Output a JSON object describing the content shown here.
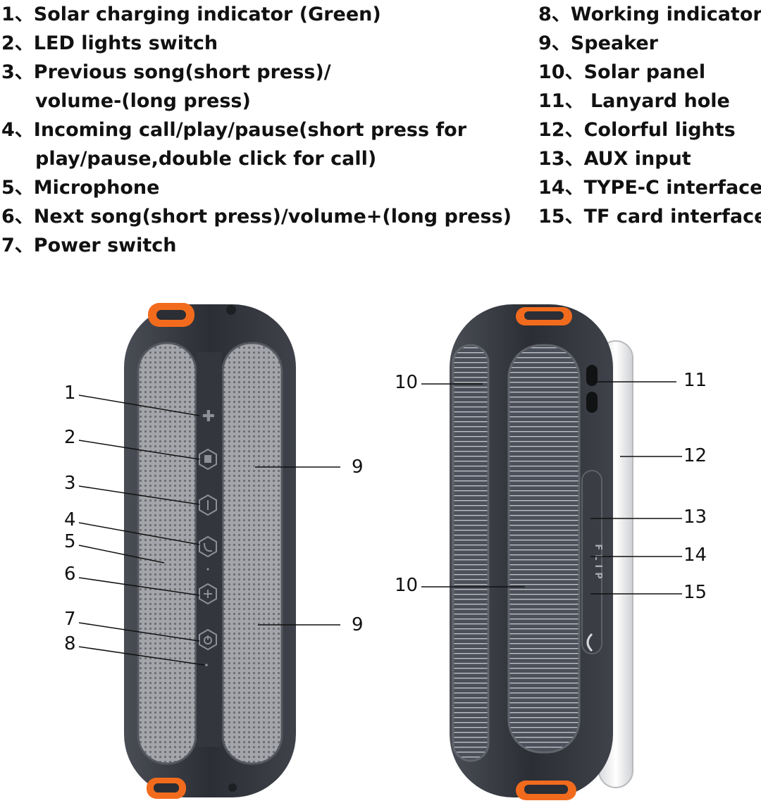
{
  "legend": {
    "left": [
      {
        "num": "1",
        "text": "Solar charging indicator (Green)"
      },
      {
        "num": "2",
        "text": "LED lights switch"
      },
      {
        "num": "3",
        "text": "Previous song(short press)/",
        "cont": "volume-(long press)"
      },
      {
        "num": "4",
        "text": "Incoming call/play/pause(short press for",
        "cont": "play/pause,double click for call)"
      },
      {
        "num": "5",
        "text": "Microphone"
      },
      {
        "num": "6",
        "text": "Next song(short press)/volume+(long press)"
      },
      {
        "num": "7",
        "text": "Power switch"
      }
    ],
    "right": [
      {
        "num": "8",
        "text": "Working indicator"
      },
      {
        "num": "9",
        "text": "Speaker"
      },
      {
        "num": "10",
        "text": "Solar panel"
      },
      {
        "num": "11",
        "text": " Lanyard hole"
      },
      {
        "num": "12",
        "text": "Colorful lights"
      },
      {
        "num": "13",
        "text": "AUX input"
      },
      {
        "num": "14",
        "text": "TYPE-C interface"
      },
      {
        "num": "15",
        "text": "TF card interface"
      }
    ],
    "separator": "、"
  },
  "front_callouts": [
    "1",
    "2",
    "3",
    "4",
    "5",
    "6",
    "7",
    "8",
    "9",
    "9"
  ],
  "back_callouts": [
    "10",
    "10",
    "11",
    "12",
    "13",
    "14",
    "15"
  ],
  "port_cover_text": "FLIP",
  "colors": {
    "body": "#2e3138",
    "body_edge": "#55585f",
    "grille": "#9a9ca1",
    "grille_dot": "#6f7176",
    "accent": "#f26b1d",
    "solar": "#4a4e57",
    "solar_line": "#c9cbd0",
    "light_ring": "#f2f2f4"
  }
}
